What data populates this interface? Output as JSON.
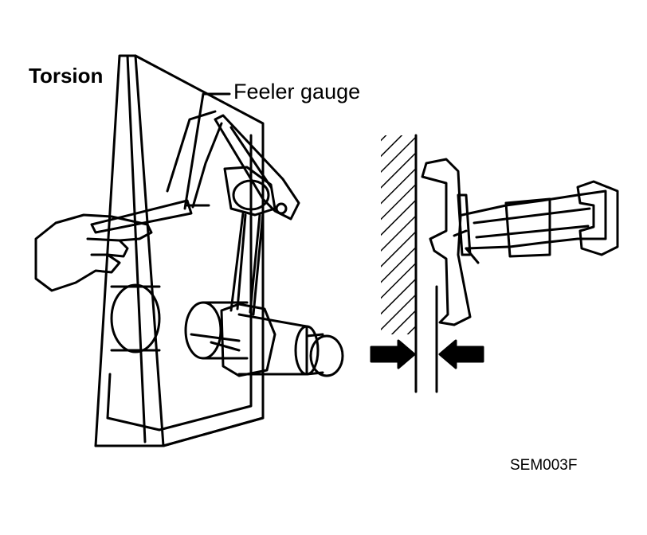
{
  "labels": {
    "title": "Torsion",
    "callout": "Feeler gauge",
    "figure_code": "SEM003F"
  },
  "colors": {
    "ink": "#000000",
    "paper": "#ffffff"
  }
}
